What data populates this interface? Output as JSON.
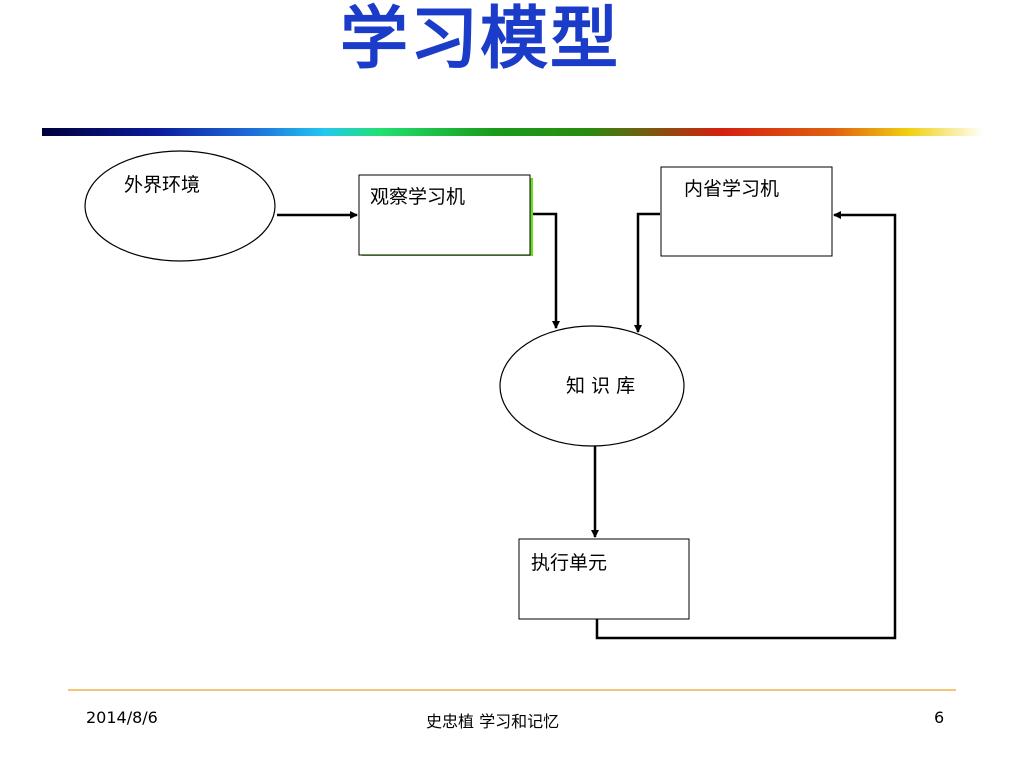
{
  "slide": {
    "title": "学习模型"
  },
  "diagram": {
    "nodes": {
      "environment": "外界环境",
      "observation": "观察学习机",
      "introspection": "内省学习机",
      "knowledge": "知 识 库",
      "executor": "执行单元"
    }
  },
  "footer": {
    "date": "2014/8/6",
    "center": "史忠植  学习和记忆",
    "page": "6"
  }
}
